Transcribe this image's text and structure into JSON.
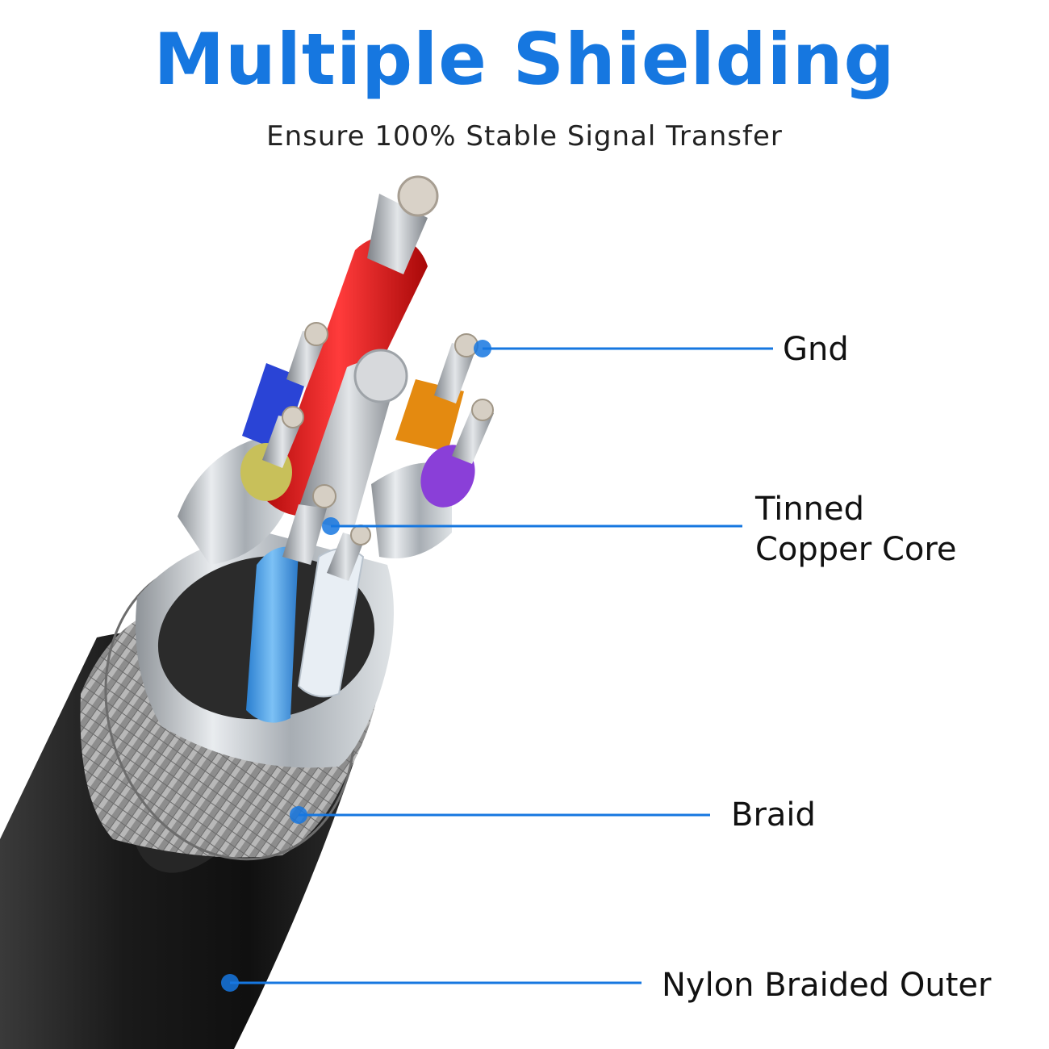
{
  "title": "Multiple Shielding",
  "subtitle": "Ensure 100% Stable Signal Transfer",
  "colors": {
    "title": "#1677e0",
    "subtitle": "#222222",
    "callout_line": "#1677e0",
    "label": "#111111",
    "jacket": "#1c1c1c",
    "braid": "#9a9a9a",
    "foil": "#c9ccd0",
    "wire_red": "#e01818",
    "wire_blue": "#2a44d6",
    "wire_orange": "#e48a10",
    "wire_purple": "#8a3fd8",
    "wire_yellow": "#c8c05a",
    "wire_light_blue": "#3f9be6",
    "wire_white": "#e8eef4"
  },
  "callouts": [
    {
      "id": "gnd",
      "label_lines": [
        "Gnd"
      ]
    },
    {
      "id": "tinned-copper-core",
      "label_lines": [
        "Tinned",
        "Copper Core"
      ]
    },
    {
      "id": "braid",
      "label_lines": [
        "Braid"
      ]
    },
    {
      "id": "nylon-braided-outer",
      "label_lines": [
        "Nylon Braided Outer"
      ]
    }
  ]
}
